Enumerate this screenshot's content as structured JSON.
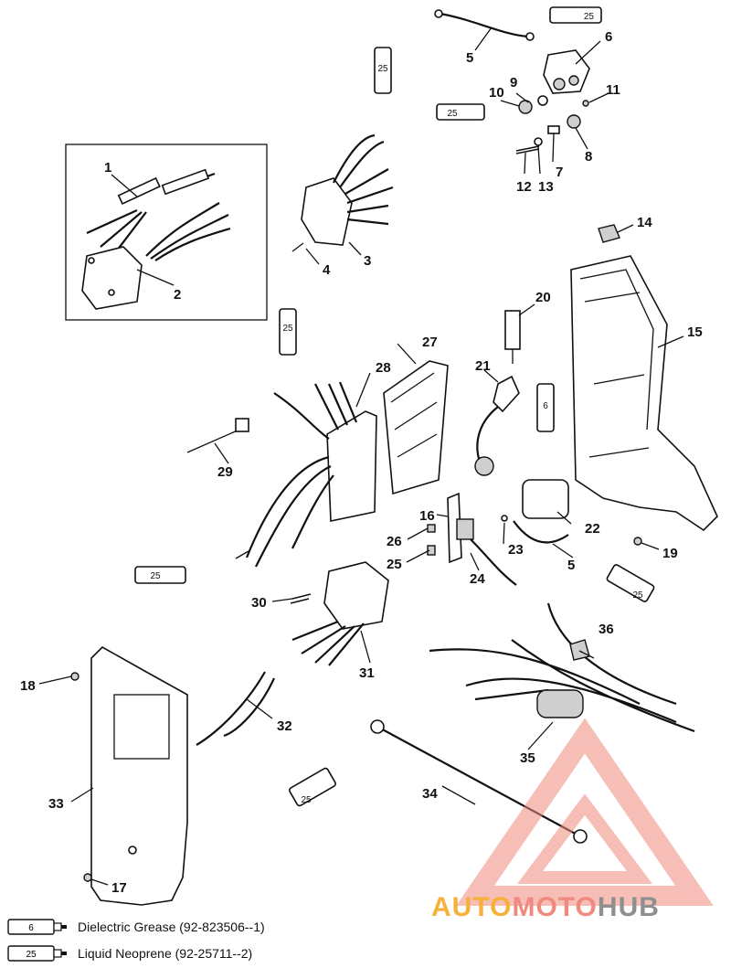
{
  "callouts": [
    {
      "id": "1",
      "label": "1"
    },
    {
      "id": "2",
      "label": "2"
    },
    {
      "id": "3",
      "label": "3"
    },
    {
      "id": "4",
      "label": "4"
    },
    {
      "id": "5a",
      "label": "5"
    },
    {
      "id": "5b",
      "label": "5"
    },
    {
      "id": "6",
      "label": "6"
    },
    {
      "id": "7",
      "label": "7"
    },
    {
      "id": "8",
      "label": "8"
    },
    {
      "id": "9",
      "label": "9"
    },
    {
      "id": "10",
      "label": "10"
    },
    {
      "id": "11",
      "label": "11"
    },
    {
      "id": "12",
      "label": "12"
    },
    {
      "id": "13",
      "label": "13"
    },
    {
      "id": "14",
      "label": "14"
    },
    {
      "id": "15",
      "label": "15"
    },
    {
      "id": "16",
      "label": "16"
    },
    {
      "id": "17",
      "label": "17"
    },
    {
      "id": "18",
      "label": "18"
    },
    {
      "id": "19",
      "label": "19"
    },
    {
      "id": "20",
      "label": "20"
    },
    {
      "id": "21",
      "label": "21"
    },
    {
      "id": "22",
      "label": "22"
    },
    {
      "id": "23",
      "label": "23"
    },
    {
      "id": "24",
      "label": "24"
    },
    {
      "id": "25",
      "label": "25"
    },
    {
      "id": "26",
      "label": "26"
    },
    {
      "id": "27",
      "label": "27"
    },
    {
      "id": "28",
      "label": "28"
    },
    {
      "id": "29",
      "label": "29"
    },
    {
      "id": "30",
      "label": "30"
    },
    {
      "id": "31",
      "label": "31"
    },
    {
      "id": "32",
      "label": "32"
    },
    {
      "id": "33",
      "label": "33"
    },
    {
      "id": "34",
      "label": "34"
    },
    {
      "id": "35",
      "label": "35"
    },
    {
      "id": "36",
      "label": "36"
    }
  ],
  "tubes": [
    {
      "id": "t1",
      "code": "25"
    },
    {
      "id": "t2",
      "code": "25"
    },
    {
      "id": "t3",
      "code": "25"
    },
    {
      "id": "t4",
      "code": "25"
    },
    {
      "id": "t5",
      "code": "6"
    },
    {
      "id": "t6",
      "code": "25"
    },
    {
      "id": "t7",
      "code": "25"
    },
    {
      "id": "t8",
      "code": "25"
    }
  ],
  "legend": [
    {
      "code": "6",
      "text": "Dielectric Grease (92-823506--1)"
    },
    {
      "code": "25",
      "text": "Liquid Neoprene (92-25711--2)"
    }
  ],
  "watermark": {
    "part1": "AUTO",
    "part2": "MOTO",
    "part3": "HUB"
  },
  "colors": {
    "watermark_orange": "#f6b13a",
    "watermark_red": "#f08a7e",
    "watermark_gray": "#8f8f8f"
  }
}
